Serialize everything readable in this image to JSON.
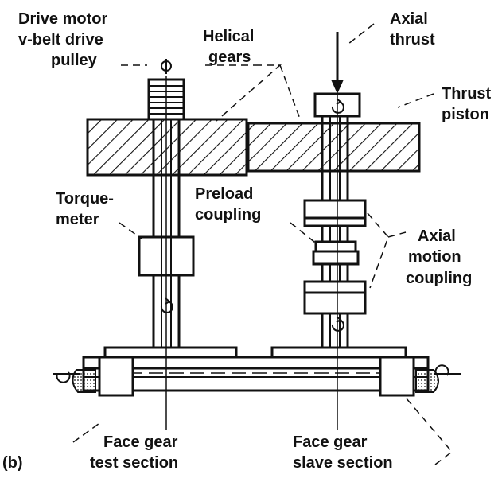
{
  "figure": {
    "panel_label": "(b)",
    "labels": {
      "drive_motor": [
        "Drive motor",
        "v-belt drive",
        "pulley"
      ],
      "helical_gears": [
        "Helical",
        "gears"
      ],
      "axial_thrust": [
        "Axial",
        "thrust"
      ],
      "thrust_piston": [
        "Thrust",
        "piston"
      ],
      "torquemeter": [
        "Torque-",
        "meter"
      ],
      "preload_coupling": [
        "Preload",
        "coupling"
      ],
      "axial_motion_coupling": [
        "Axial",
        "motion",
        "coupling"
      ],
      "face_gear_test": [
        "Face gear",
        "test section"
      ],
      "face_gear_slave": [
        "Face gear",
        "slave section"
      ]
    }
  }
}
